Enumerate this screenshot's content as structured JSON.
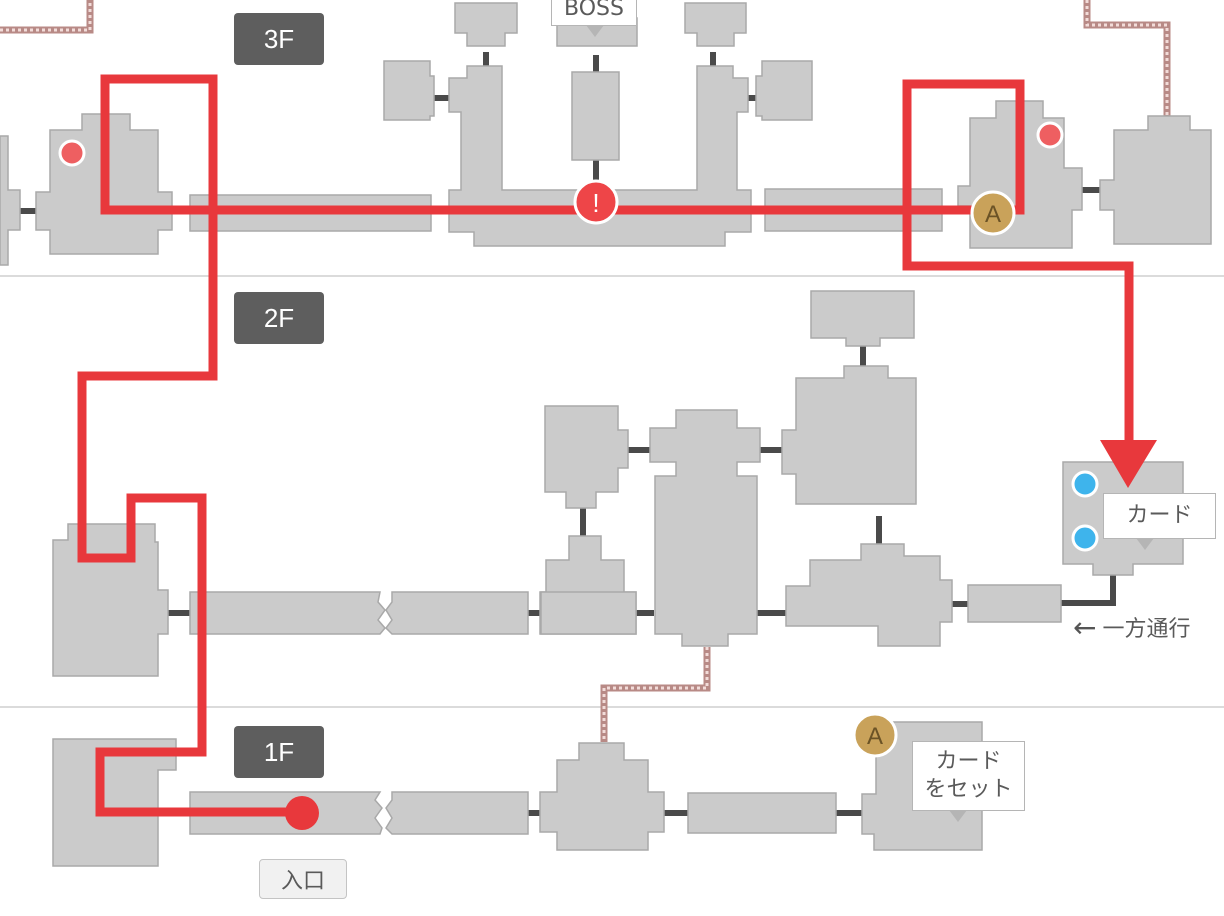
{
  "floors": {
    "f3": "3F",
    "f2": "2F",
    "f1": "1F"
  },
  "labels": {
    "boss": "BOSS",
    "card": "カード",
    "card_set_line1": "カード",
    "card_set_line2": "をセット",
    "entrance": "入口",
    "one_way": "一方通行",
    "marker_a": "A",
    "marker_alert": "!"
  },
  "colors": {
    "route": "#e8383c",
    "room": "#cbcbcb",
    "enemy_marker": "#ee5f61",
    "item_marker": "#3eb4ec",
    "marker_a": "#c9a25a",
    "floor_tag": "#5e5e5e"
  }
}
